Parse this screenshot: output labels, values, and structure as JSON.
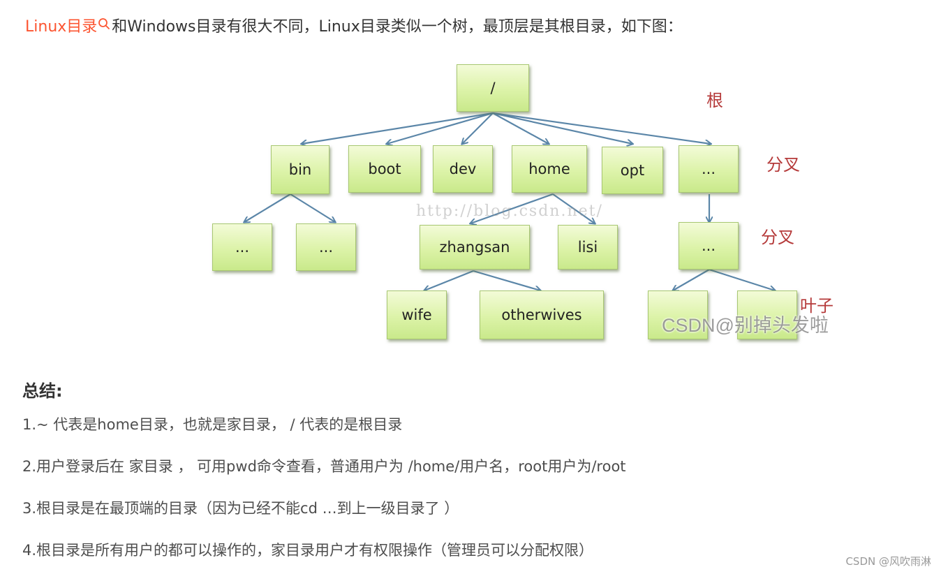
{
  "intro": {
    "link_text": "Linux目录",
    "text": "和Windows目录有很大不同，Linux目录类似一个树，最顶层是其根目录，如下图："
  },
  "diagram": {
    "nodes": {
      "root": "/",
      "bin": "bin",
      "boot": "boot",
      "dev": "dev",
      "home": "home",
      "opt": "opt",
      "more1": "...",
      "bin_child1": "...",
      "bin_child2": "...",
      "zhangsan": "zhangsan",
      "lisi": "lisi",
      "more2": "...",
      "wife": "wife",
      "otherwives": "otherwives",
      "leaf1": "",
      "leaf2": ""
    },
    "labels": {
      "root": "根",
      "branch1": "分叉",
      "branch2": "分叉",
      "leaf": "叶子"
    },
    "watermark_url": "http://blog.csdn.net/",
    "watermark_credit": "CSDN@别掉头发啦"
  },
  "summary": {
    "title": "总结:",
    "items": [
      "1.~ 代表是home目录，也就是家目录， / 代表的是根目录",
      "2.用户登录后在 家目录 ， 可用pwd命令查看，普通用户为 /home/用户名，root用户为/root",
      "3.根目录是在最顶端的目录（因为已经不能cd …到上一级目录了 ）",
      "4.根目录是所有用户的都可以操作的，家目录用户才有权限操作（管理员可以分配权限）"
    ]
  },
  "footer": {
    "watermark": "CSDN @风吹雨淋"
  },
  "colors": {
    "link": "#fc5531",
    "node_fill": "#dcf3a8",
    "arrow": "#5b86a8",
    "label_red": "#b53a3a"
  },
  "icons": {
    "search": "search-icon"
  }
}
